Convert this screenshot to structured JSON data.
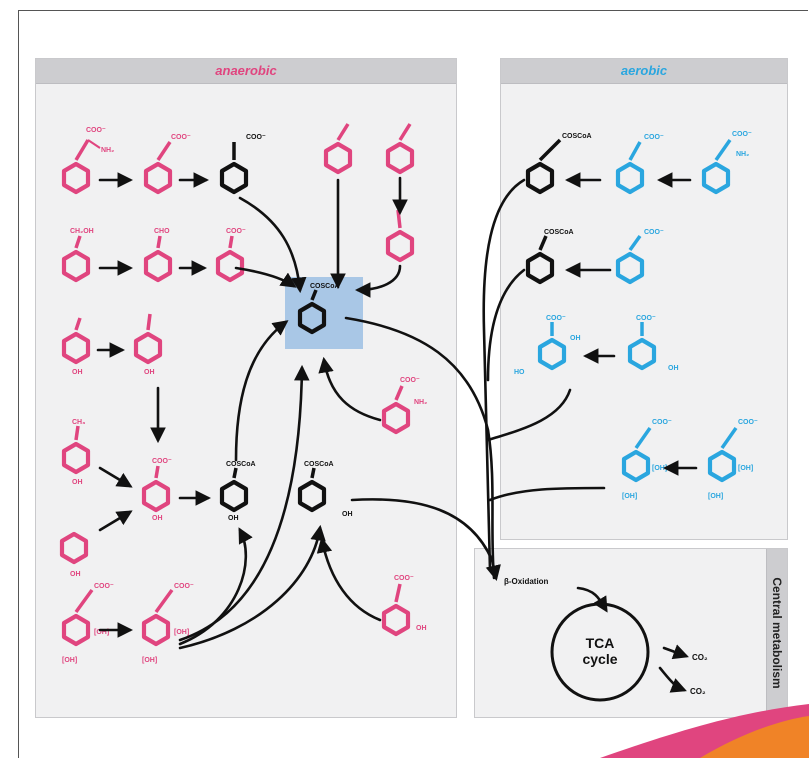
{
  "sections": {
    "anaerobic": "anaerobic",
    "aerobic": "aerobic",
    "central": "Central metabolism"
  },
  "colors": {
    "anaerobic": "#e0457f",
    "aerobic": "#2aa6df",
    "common": "#111111",
    "highlight": "#a9c7e6",
    "accent_orange": "#f28a1e",
    "accent_magenta": "#e0457f"
  },
  "labels": {
    "coo": "COO⁻",
    "nh2": "NH₂",
    "ch2oh": "CH₂OH",
    "cho": "CHO",
    "oh": "OH",
    "ch3": "CH₃",
    "coscoa": "COSCoA",
    "ho": "HO",
    "oh_bracket": "[OH]",
    "beta_oxidation": "β-Oxidation",
    "tca1": "TCA",
    "tca2": "cycle",
    "co2": "CO₂"
  }
}
